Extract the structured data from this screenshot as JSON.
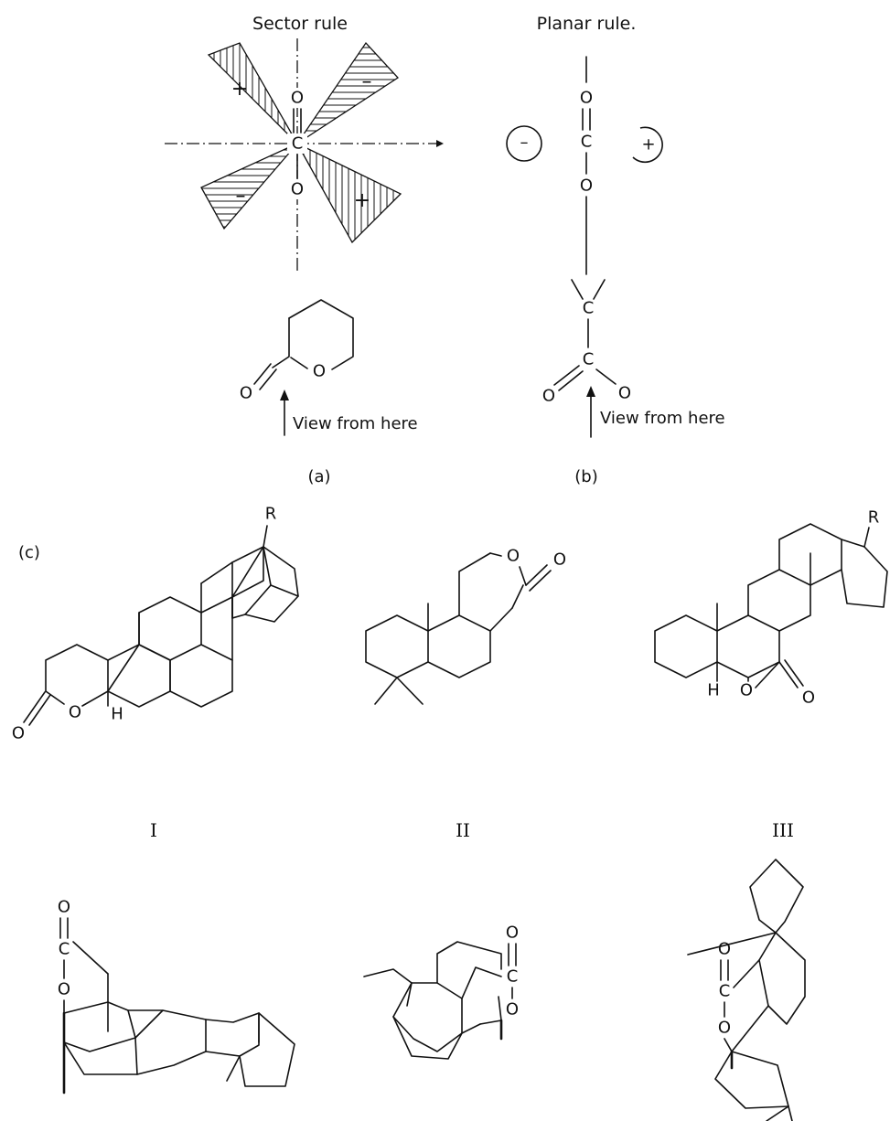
{
  "panel_a": {
    "title": "Sector rule",
    "carbon": "C",
    "oxygen_top": "O",
    "oxygen_bottom": "O",
    "sign_top_left": "+",
    "sign_top_right": "–",
    "sign_bottom_left": "–",
    "sign_bottom_right": "+",
    "lactone_o_carbonyl": "O",
    "lactone_o_ring": "O",
    "view_label": "View from here",
    "caption": "(a)"
  },
  "panel_b": {
    "title": "Planar rule.",
    "oxygen_top": "O",
    "carbon_top": "C",
    "oxygen_mid": "O",
    "minus": "–",
    "plus": "+",
    "carbon_alpha": "C",
    "carbon_carbonyl": "C",
    "oxygen_left": "O",
    "oxygen_right": "O",
    "view_label": "View from here",
    "caption": "(b)"
  },
  "panel_c": {
    "label": "(c)",
    "compound_1": {
      "r": "R",
      "o_carbonyl": "O",
      "o_ring": "O",
      "h": "H",
      "numeral": "I"
    },
    "compound_2": {
      "o_ring": "O",
      "o_carbonyl": "O",
      "numeral": "II"
    },
    "compound_3": {
      "r": "R",
      "h": "H",
      "o_ring": "O",
      "o_carbonyl": "O",
      "numeral": "III"
    }
  },
  "perspective": {
    "p1": {
      "o_top": "O",
      "c": "C",
      "o_bottom": "O"
    },
    "p2": {
      "o_top": "O",
      "c": "C",
      "o_bottom": "O"
    },
    "p3": {
      "o_top": "O",
      "c": "C",
      "o_bottom": "O"
    }
  }
}
